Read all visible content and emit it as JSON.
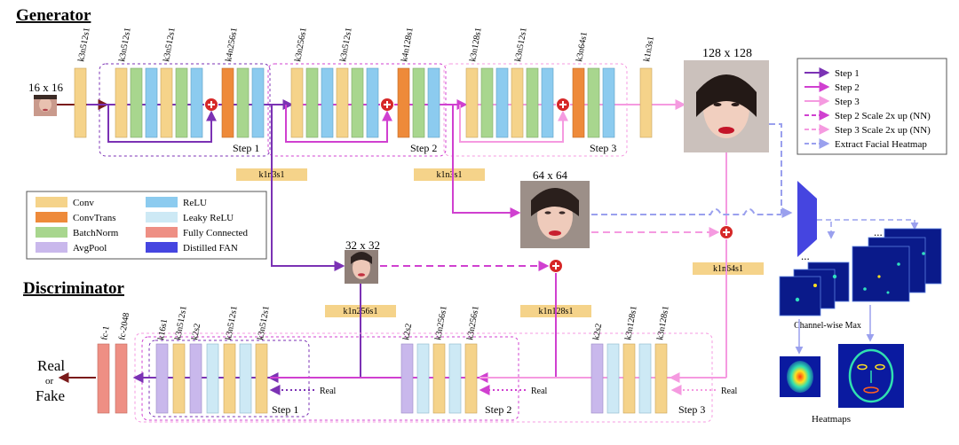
{
  "titles": {
    "generator": "Generator",
    "discriminator": "Discriminator"
  },
  "gen_labels": [
    "k3n512s1",
    "k3n512s1",
    "k3n512s1",
    "k4n256s1",
    "k3n256s1",
    "k3n512s1",
    "k4n128s1",
    "k3n128s1",
    "k3n512s1",
    "k3n64s1",
    "k1n3s1"
  ],
  "disc_labels": [
    "fc-1",
    "fc-2048",
    "k16s1",
    "k3n512s1",
    "k2s2",
    "k3n512s1",
    "k3n512s1",
    "k2s2",
    "k3n256s1",
    "k3n256s1",
    "k2s2",
    "k3n128s1",
    "k3n128s1"
  ],
  "sizes": {
    "s16": "16 x 16",
    "s32": "32 x 32",
    "s64": "64 x 64",
    "s128": "128 x 128"
  },
  "steps": {
    "s1": "Step 1",
    "s2": "Step 2",
    "s3": "Step 3"
  },
  "connectors": {
    "c1": "k1n3s1",
    "c2": "k1n3s1",
    "c3": "k1n256s1",
    "c4": "k1n128s1",
    "c5": "k1n64s1"
  },
  "real": {
    "line1": "Real",
    "or": "or",
    "line2": "Fake",
    "input": "Real"
  },
  "legend_blocks": [
    {
      "label": "Conv",
      "color": "#F5D38A"
    },
    {
      "label": "ReLU",
      "color": "#8CCBEF"
    },
    {
      "label": "ConvTrans",
      "color": "#EE8A3A"
    },
    {
      "label": "Leaky ReLU",
      "color": "#CDE9F5"
    },
    {
      "label": "BatchNorm",
      "color": "#A8D68E"
    },
    {
      "label": "Fully Connected",
      "color": "#EE8F84"
    },
    {
      "label": "AvgPool",
      "color": "#C9B8EC"
    },
    {
      "label": "Distilled FAN",
      "color": "#4545E0"
    }
  ],
  "legend_arrows": [
    {
      "label": "Step 1",
      "color": "#7B32B4",
      "dashed": false
    },
    {
      "label": "Step 2",
      "color": "#D040D0",
      "dashed": false
    },
    {
      "label": "Step 3",
      "color": "#F59AE0",
      "dashed": false
    },
    {
      "label": "Step 2 Scale 2x up (NN)",
      "color": "#D040D0",
      "dashed": true
    },
    {
      "label": "Step 3 Scale 2x up (NN)",
      "color": "#F59AE0",
      "dashed": true
    },
    {
      "label": "Extract Facial Heatmap",
      "color": "#9AA0EE",
      "dashed": true
    }
  ],
  "heat": {
    "channel_max": "Channel-wise Max",
    "heatmaps": "Heatmaps",
    "dots": "..."
  }
}
